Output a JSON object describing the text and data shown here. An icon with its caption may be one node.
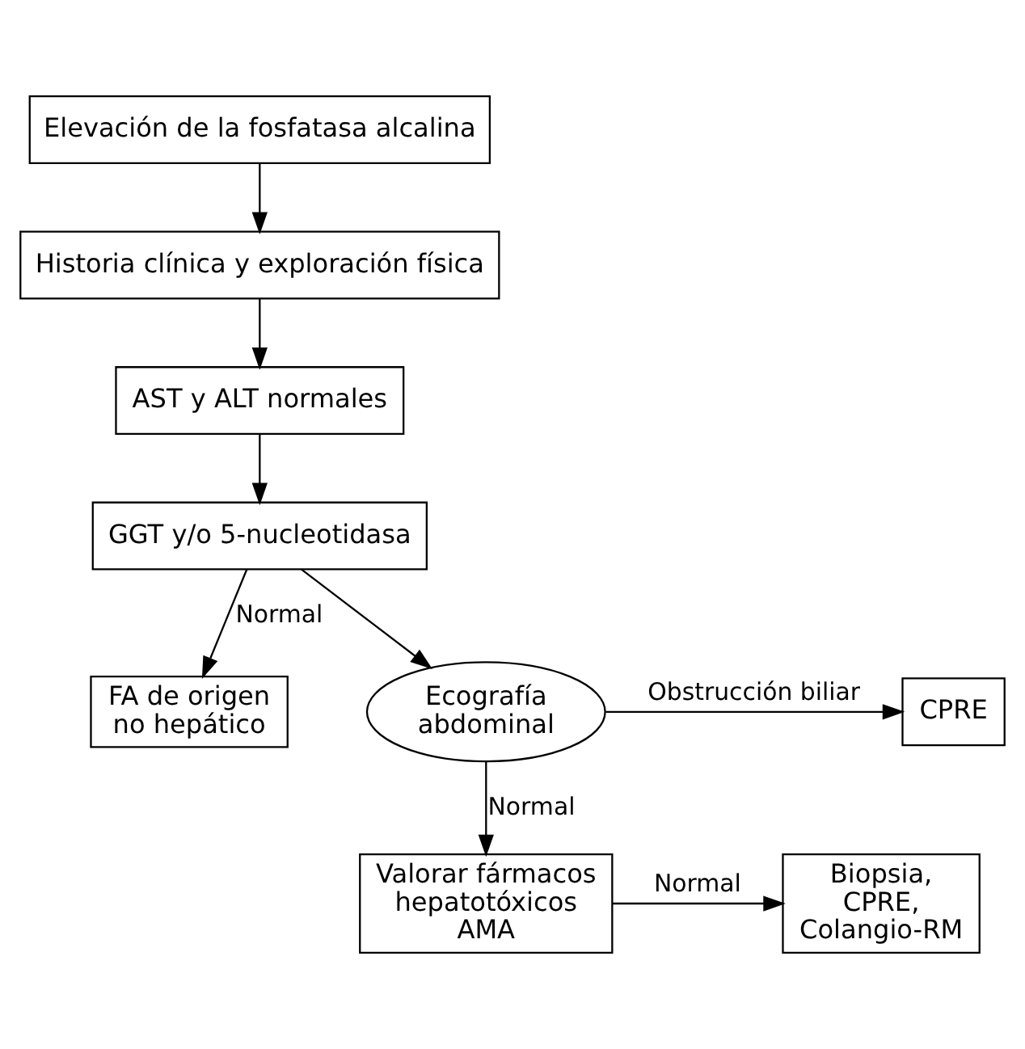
{
  "diagram": {
    "nodes": [
      {
        "text": [
          "Elevación de la fosfatasa alcalina"
        ]
      },
      {
        "text": [
          "Historia clínica y exploración física"
        ]
      },
      {
        "text": [
          "AST y ALT normales"
        ]
      },
      {
        "text": [
          "GGT y/o 5-nucleotidasa"
        ]
      },
      {
        "text": [
          "FA de origen no hepático"
        ]
      },
      {
        "text": [
          "Ecografía abdominal"
        ]
      },
      {
        "text": [
          "CPRE"
        ]
      },
      {
        "text": [
          "Valorar fármacos hepatotóxicos AMA"
        ]
      },
      {
        "text": [
          "Biopsia, CPRE, Colangio-RM"
        ]
      }
    ],
    "edges": [
      {
        "from": 0,
        "to": 1,
        "arrow": "to"
      },
      {
        "from": 1,
        "to": 2,
        "arrow": "to"
      },
      {
        "from": 2,
        "to": 3,
        "arrow": "to"
      },
      {
        "from": 3,
        "to": 4,
        "arrow": "to",
        "label": "Normal"
      },
      {
        "from": 3,
        "to": 5,
        "arrow": "to"
      },
      {
        "from": 5,
        "to": 6,
        "arrow": "to",
        "label": "Obstrucción biliar"
      },
      {
        "from": 5,
        "to": 7,
        "arrow": "to",
        "label": "Normal"
      },
      {
        "from": 7,
        "to": 8,
        "arrow": "to",
        "label": "Normal"
      }
    ]
  }
}
